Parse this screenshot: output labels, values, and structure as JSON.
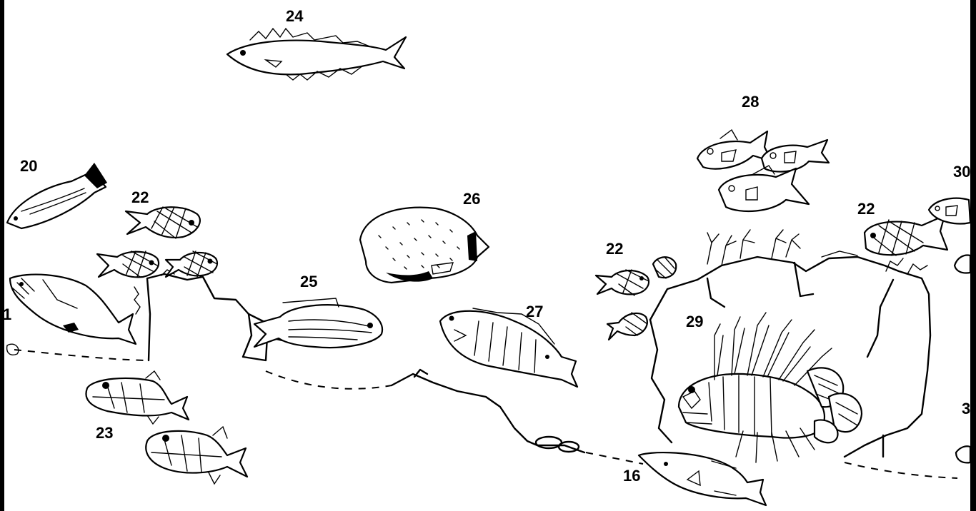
{
  "labels": {
    "l1": "1",
    "l16": "16",
    "l20": "20",
    "l22a": "22",
    "l22b": "22",
    "l22c": "22",
    "l23": "23",
    "l24": "24",
    "l25": "25",
    "l26": "26",
    "l27": "27",
    "l28": "28",
    "l29": "29",
    "l30": "30",
    "l3": "3"
  }
}
